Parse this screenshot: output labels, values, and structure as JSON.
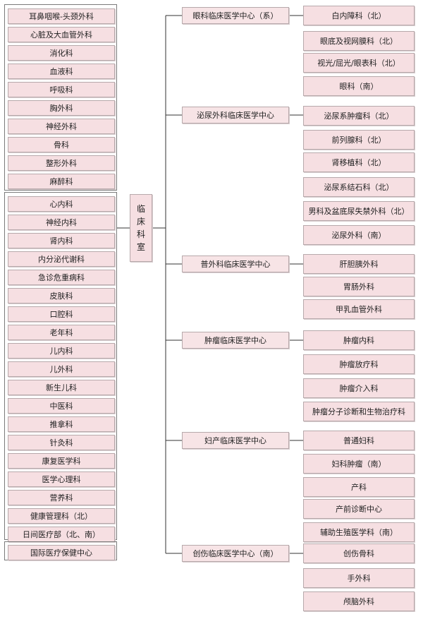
{
  "left_groups": [
    {
      "items": [
        "耳鼻咽喉-头颈外科",
        "心脏及大血管外科",
        "消化科",
        "血液科",
        "呼吸科",
        "胸外科",
        "神经外科",
        "骨科",
        "整形外科",
        "麻醉科"
      ]
    },
    {
      "items": [
        "心内科",
        "神经内科",
        "肾内科",
        "内分泌代谢科",
        "急诊危重病科",
        "皮肤科",
        "口腔科",
        "老年科",
        "儿内科",
        "儿外科",
        "新生儿科",
        "中医科",
        "推拿科",
        "针灸科",
        "康复医学科",
        "医学心理科",
        "营养科",
        "健康管理科（北）",
        "日间医疗部（北、南）"
      ]
    },
    {
      "items": [
        "国际医疗保健中心"
      ]
    }
  ],
  "center": {
    "chars": [
      "临",
      "床",
      "科",
      "室"
    ]
  },
  "centers": [
    {
      "name": "眼科临床医学中心（系）",
      "subs": [
        "白内障科（北）",
        "眼底及视网膜科（北）",
        "视光/屈光/眼表科（北）",
        "眼科（南）"
      ]
    },
    {
      "name": "泌尿外科临床医学中心",
      "subs": [
        "泌尿系肿瘤科（北）",
        "前列腺科（北）",
        "肾移植科（北）",
        "泌尿系结石科（北）",
        "男科及盆底尿失禁外科（北）",
        "泌尿外科（南）"
      ]
    },
    {
      "name": "普外科临床医学中心",
      "subs": [
        "肝胆胰外科",
        "胃肠外科",
        "甲乳血管外科"
      ]
    },
    {
      "name": "肿瘤临床医学中心",
      "subs": [
        "肿瘤内科",
        "肿瘤放疗科",
        "肿瘤介入科",
        "肿瘤分子诊断和生物治疗科"
      ]
    },
    {
      "name": "妇产临床医学中心",
      "subs": [
        "普通妇科",
        "妇科肿瘤（南）",
        "产科",
        "产前诊断中心",
        "辅助生殖医学科（南）"
      ]
    },
    {
      "name": "创伤临床医学中心（南）",
      "subs": [
        "创伤骨科",
        "手外科",
        "颅脑外科"
      ]
    }
  ],
  "colors": {
    "box_fill": "#f6dfe2",
    "box_border": "#b7a9ab",
    "line": "#333333"
  }
}
